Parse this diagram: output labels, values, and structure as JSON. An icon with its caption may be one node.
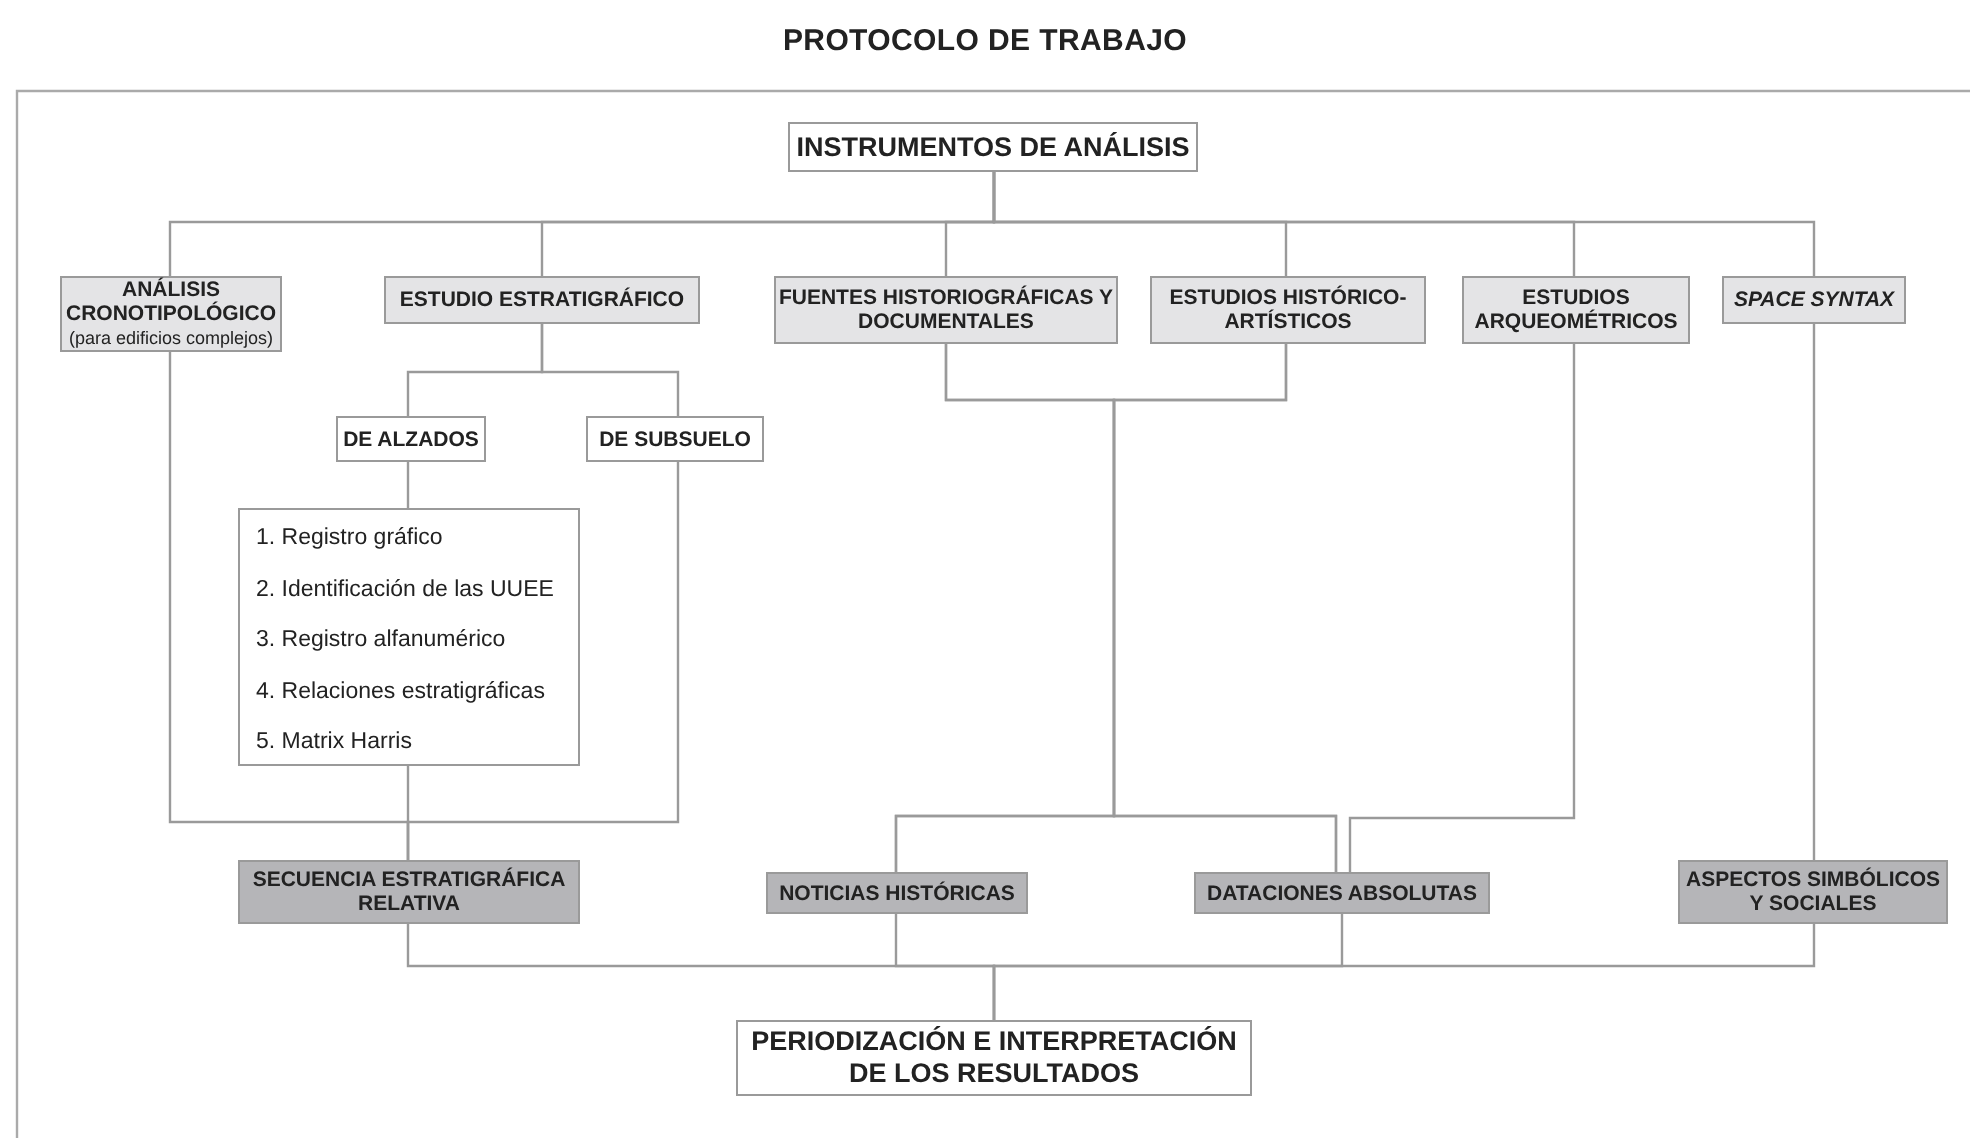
{
  "diagram": {
    "title": "PROTOCOLO DE TRABAJO",
    "nodes": [
      {
        "text": [
          "INSTRUMENTOS DE ANÁLISIS"
        ]
      },
      {
        "text": [
          "ANÁLISIS CRONOTIPOLÓGICO",
          "(para edificios complejos)"
        ]
      },
      {
        "text": [
          "ESTUDIO ESTRATIGRÁFICO"
        ]
      },
      {
        "text": [
          "FUENTES HISTORIOGRÁFICAS Y DOCUMENTALES"
        ]
      },
      {
        "text": [
          "ESTUDIOS HISTÓRICO-ARTÍSTICOS"
        ]
      },
      {
        "text": [
          "ESTUDIOS ARQUEOMÉTRICOS"
        ]
      },
      {
        "text": [
          "SPACE SYNTAX"
        ]
      },
      {
        "text": [
          "DE ALZADOS"
        ]
      },
      {
        "text": [
          "DE SUBSUELO"
        ]
      },
      {
        "text": [
          "1. Registro gráfico",
          "2. Identificación de las UUEE",
          "3. Registro alfanumérico",
          "4. Relaciones estratigráficas",
          "5. Matrix Harris"
        ]
      },
      {
        "text": [
          "SECUENCIA ESTRATIGRÁFICA RELATIVA"
        ]
      },
      {
        "text": [
          "NOTICIAS HISTÓRICAS"
        ]
      },
      {
        "text": [
          "DATACIONES ABSOLUTAS"
        ]
      },
      {
        "text": [
          "ASPECTOS SIMBÓLICOS Y SOCIALES"
        ]
      },
      {
        "text": [
          "PERIODIZACIÓN E INTERPRETACIÓN DE LOS RESULTADOS"
        ]
      }
    ],
    "edges": [
      {
        "from": 0,
        "to": 1,
        "arrow": "none"
      },
      {
        "from": 0,
        "to": 2,
        "arrow": "none"
      },
      {
        "from": 0,
        "to": 3,
        "arrow": "none"
      },
      {
        "from": 0,
        "to": 4,
        "arrow": "none"
      },
      {
        "from": 0,
        "to": 5,
        "arrow": "none"
      },
      {
        "from": 0,
        "to": 6,
        "arrow": "none"
      },
      {
        "from": 2,
        "to": 7,
        "arrow": "none"
      },
      {
        "from": 2,
        "to": 8,
        "arrow": "none"
      },
      {
        "from": 7,
        "to": 9,
        "arrow": "none"
      },
      {
        "from": 1,
        "to": 10,
        "arrow": "none"
      },
      {
        "from": 8,
        "to": 10,
        "arrow": "none"
      },
      {
        "from": 9,
        "to": 10,
        "arrow": "none"
      },
      {
        "from": 3,
        "to": 11,
        "arrow": "none"
      },
      {
        "from": 3,
        "to": 12,
        "arrow": "none"
      },
      {
        "from": 4,
        "to": 11,
        "arrow": "none"
      },
      {
        "from": 4,
        "to": 12,
        "arrow": "none"
      },
      {
        "from": 5,
        "to": 12,
        "arrow": "none"
      },
      {
        "from": 6,
        "to": 13,
        "arrow": "none"
      },
      {
        "from": 10,
        "to": 14,
        "arrow": "none"
      },
      {
        "from": 11,
        "to": 14,
        "arrow": "none"
      },
      {
        "from": 12,
        "to": 14,
        "arrow": "none"
      },
      {
        "from": 13,
        "to": 14,
        "arrow": "none"
      }
    ]
  }
}
